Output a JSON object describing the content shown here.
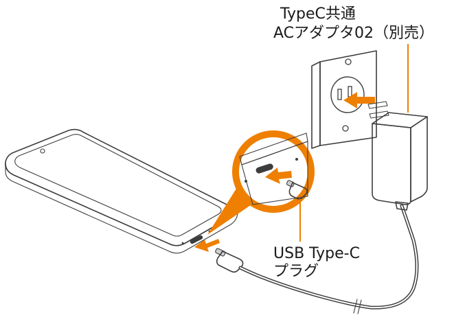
{
  "colors": {
    "accent": "#ee7f00",
    "line": "#3d3d3d",
    "fill_light": "#f2f2f2",
    "fill_mid": "#cfcfcf",
    "fill_dark": "#5a5a5a"
  },
  "labels": {
    "adapter_line1": "TypeC共通",
    "adapter_line2": "ACアダプタ02（別売）",
    "plug_line1": "USB Type-C",
    "plug_line2": "プラグ"
  }
}
